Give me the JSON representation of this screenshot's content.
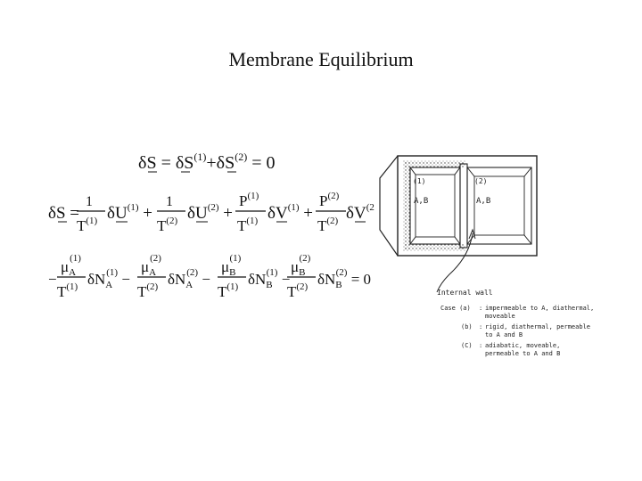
{
  "slide": {
    "title": "Membrane Equilibrium"
  },
  "equations": {
    "line1": "δS = δS(1) + δS(2) = 0",
    "line2": "δS = (1/T(1)) δU(1) + (1/T(2)) δU(2) + (P(1)/T(1)) δV(1) + (P(2)/T(2)) δV(2)",
    "line3": "− (μA(1)/T(1)) δNA(1) − (μA(2)/T(2)) δNA(2) − (μB(1)/T(1)) δNB(1) − (μB(2)/T(2)) δNB(2) = 0"
  },
  "figure": {
    "compartment1_label": "(1)",
    "compartment2_label": "(2)",
    "compartment1_content": "A,B",
    "compartment2_content": "A,B",
    "wall_label": "Internal wall",
    "case_a_label": "Case (a)",
    "case_a_text_1": "impermeable to A, diathermal,",
    "case_a_text_2": "moveable",
    "case_b_label": "(b)",
    "case_b_text_1": "rigid, diathermal, permeable",
    "case_b_text_2": "to A and B",
    "case_c_label": "(C)",
    "case_c_text_1": "adiabatic, moveable,",
    "case_c_text_2": "permeable to A and B"
  }
}
